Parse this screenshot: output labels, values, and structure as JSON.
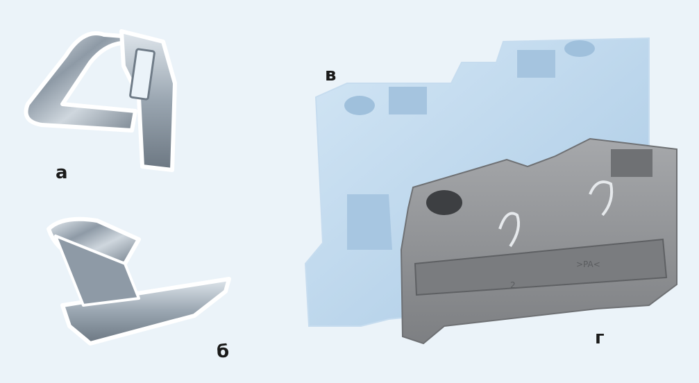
{
  "labels": {
    "a": "а",
    "b": "б",
    "v": "в",
    "g": "г"
  },
  "colors": {
    "background": "#ebf3f9",
    "metal": "#9aa7b3",
    "blue_block": "#bcd8ee",
    "gray_block": "#8c8e91"
  }
}
